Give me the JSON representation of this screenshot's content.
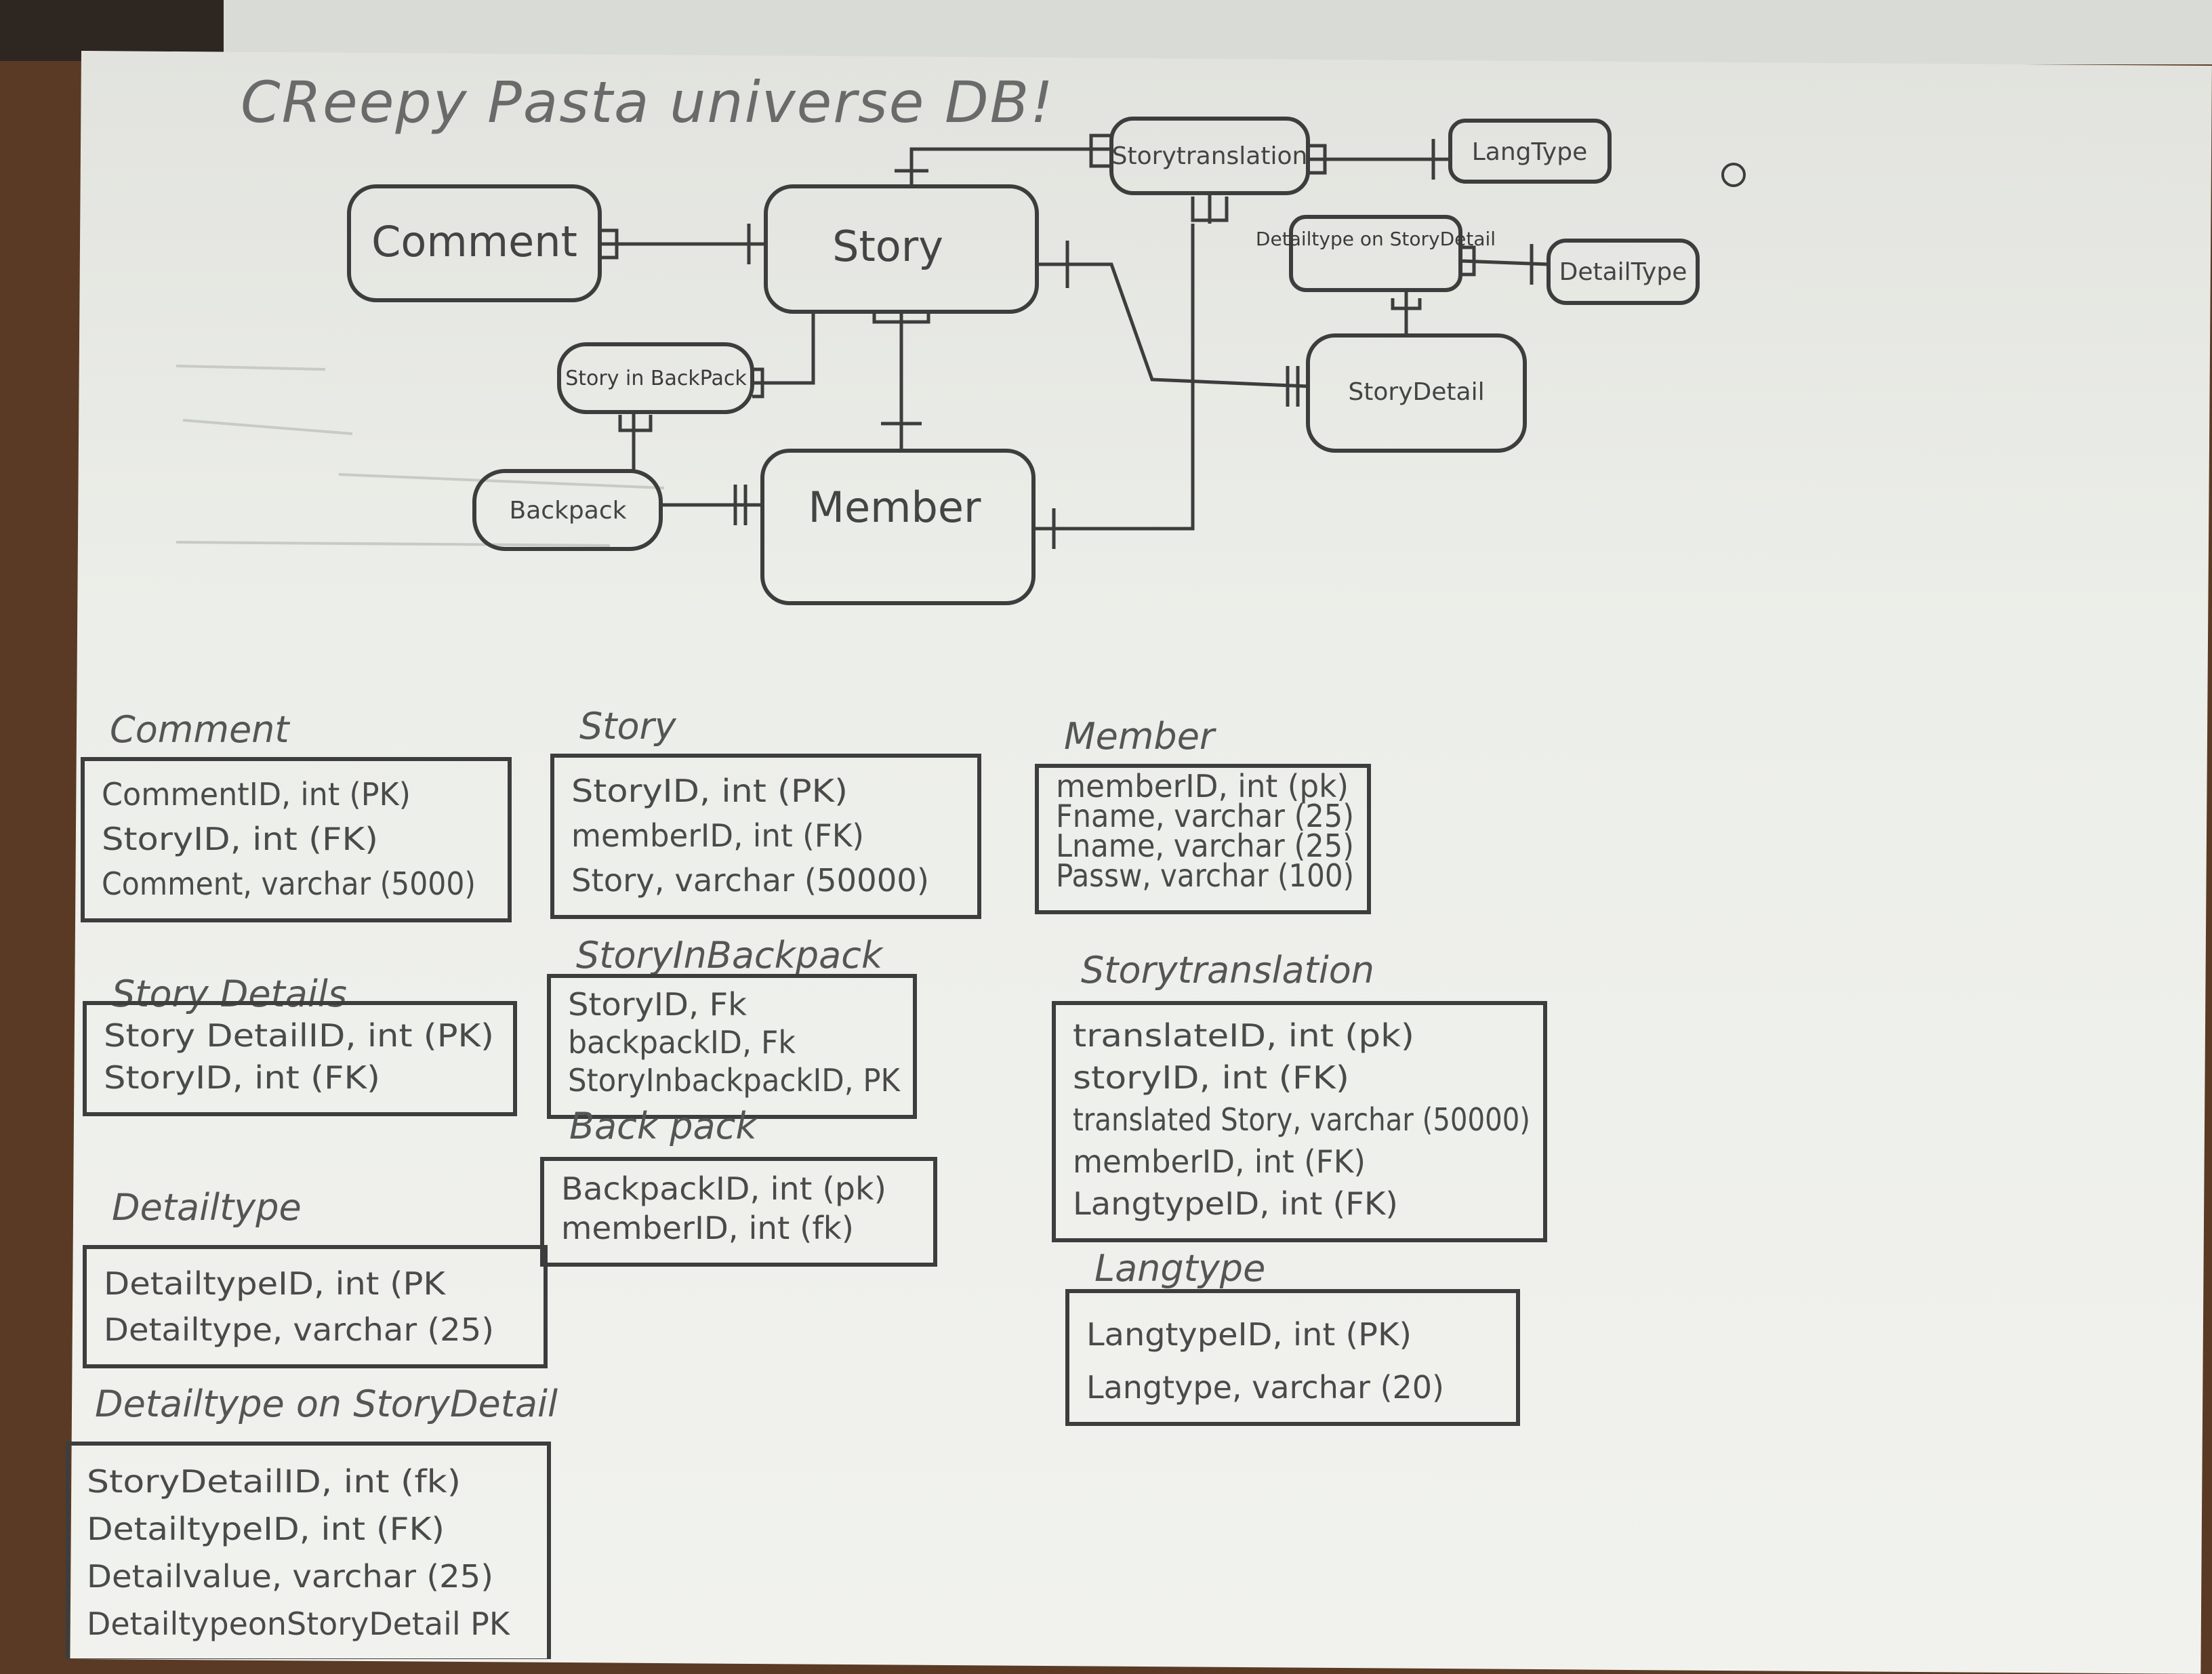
{
  "title": "CReepy Pasta universe DB!",
  "diagram": {
    "entities": [
      {
        "id": "comment",
        "label": "Comment"
      },
      {
        "id": "story",
        "label": "Story"
      },
      {
        "id": "storytranslation",
        "label": "Storytranslation"
      },
      {
        "id": "langtype",
        "label": "LangType"
      },
      {
        "id": "detailtype-on-storydetail",
        "label": "Detailtype on StoryDetail"
      },
      {
        "id": "detailtype",
        "label": "DetailType"
      },
      {
        "id": "storydetail",
        "label": "StoryDetail"
      },
      {
        "id": "storyinbackpack",
        "label": "Story in BackPack"
      },
      {
        "id": "backpack",
        "label": "Backpack"
      },
      {
        "id": "member",
        "label": "Member"
      }
    ]
  },
  "tables": [
    {
      "id": "comment",
      "title": "Comment",
      "fields": [
        "CommentID, int (PK)",
        "StoryID, int (FK)",
        "Comment, varchar (5000)"
      ]
    },
    {
      "id": "story",
      "title": "Story",
      "fields": [
        "StoryID, int (PK)",
        "memberID, int (FK)",
        "Story, varchar (50000)"
      ]
    },
    {
      "id": "member",
      "title": "Member",
      "fields": [
        "memberID, int (pk)",
        "Fname, varchar (25)",
        "Lname, varchar (25)",
        "Passw, varchar (100)"
      ]
    },
    {
      "id": "storydetails",
      "title": "Story Details",
      "fields": [
        "Story DetailID, int (PK)",
        "StoryID, int (FK)"
      ]
    },
    {
      "id": "storyinbackpack",
      "title": "StoryInBackpack",
      "fields": [
        "StoryID, Fk",
        "backpackID, Fk",
        "StoryInbackpackID, PK"
      ]
    },
    {
      "id": "backpack",
      "title": "Back pack",
      "fields": [
        "BackpackID, int (pk)",
        "memberID, int (fk)"
      ]
    },
    {
      "id": "storytranslation",
      "title": "Storytranslation",
      "fields": [
        "translateID, int (pk)",
        "storyID, int (FK)",
        "translated Story, varchar (50000)",
        "memberID, int (FK)",
        "LangtypeID, int (FK)"
      ]
    },
    {
      "id": "detailtype",
      "title": "Detailtype",
      "fields": [
        "DetailtypeID, int (PK",
        "Detailtype, varchar (25)"
      ]
    },
    {
      "id": "langtype",
      "title": "Langtype",
      "fields": [
        "LangtypeID, int (PK)",
        "Langtype, varchar (20)"
      ]
    },
    {
      "id": "detailtype-on-storydetail",
      "title": "Detailtype on StoryDetail",
      "fields": [
        "StoryDetailID, int (fk)",
        "DetailtypeID, int (FK)",
        "Detailvalue, varchar (25)",
        "DetailtypeonStoryDetail PK"
      ]
    }
  ]
}
